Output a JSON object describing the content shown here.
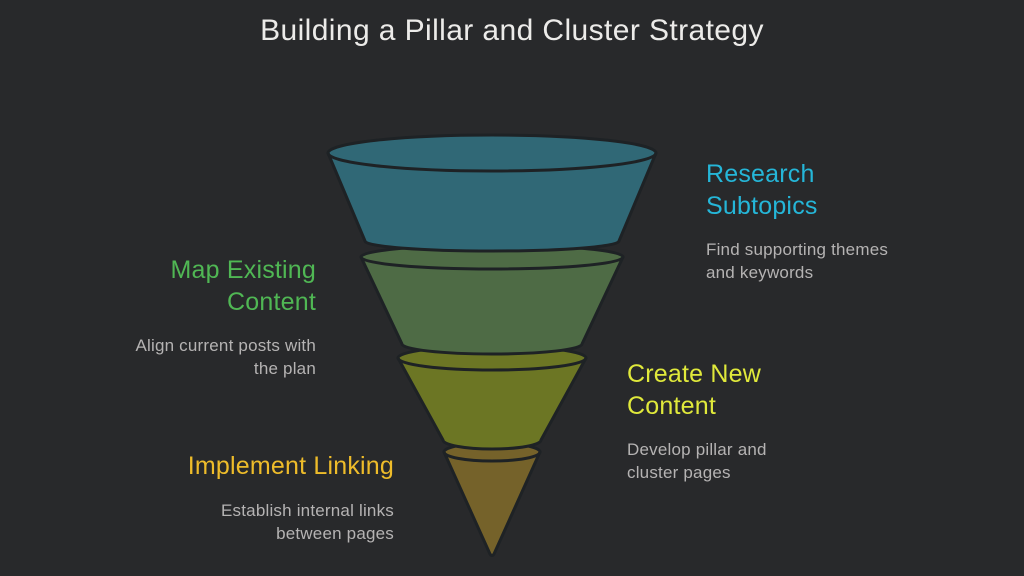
{
  "title": "Building a Pillar and Cluster Strategy",
  "theme": {
    "background": "#28292b",
    "title_color": "#ecebe9",
    "description_color": "#b5b3b3",
    "outline_color": "#1e2225"
  },
  "funnel": {
    "segments": [
      {
        "name": "stage-1-research-subtopics",
        "color": "#306876"
      },
      {
        "name": "stage-2-map-existing-content",
        "color": "#4e6b45"
      },
      {
        "name": "stage-3-create-new-content",
        "color": "#6c7624"
      },
      {
        "name": "stage-4-implement-linking",
        "color": "#75622a"
      }
    ]
  },
  "steps": [
    {
      "title": "Research Subtopics",
      "description": "Find supporting themes and keywords",
      "color": "#25b6d8",
      "side": "right"
    },
    {
      "title": "Map Existing Content",
      "description": "Align current posts with the plan",
      "color": "#50b754",
      "side": "left"
    },
    {
      "title": "Create New Content",
      "description": "Develop pillar and cluster pages",
      "color": "#e0e93b",
      "side": "right"
    },
    {
      "title": "Implement Linking",
      "description": "Establish internal links between pages",
      "color": "#eebc2a",
      "side": "left"
    }
  ]
}
